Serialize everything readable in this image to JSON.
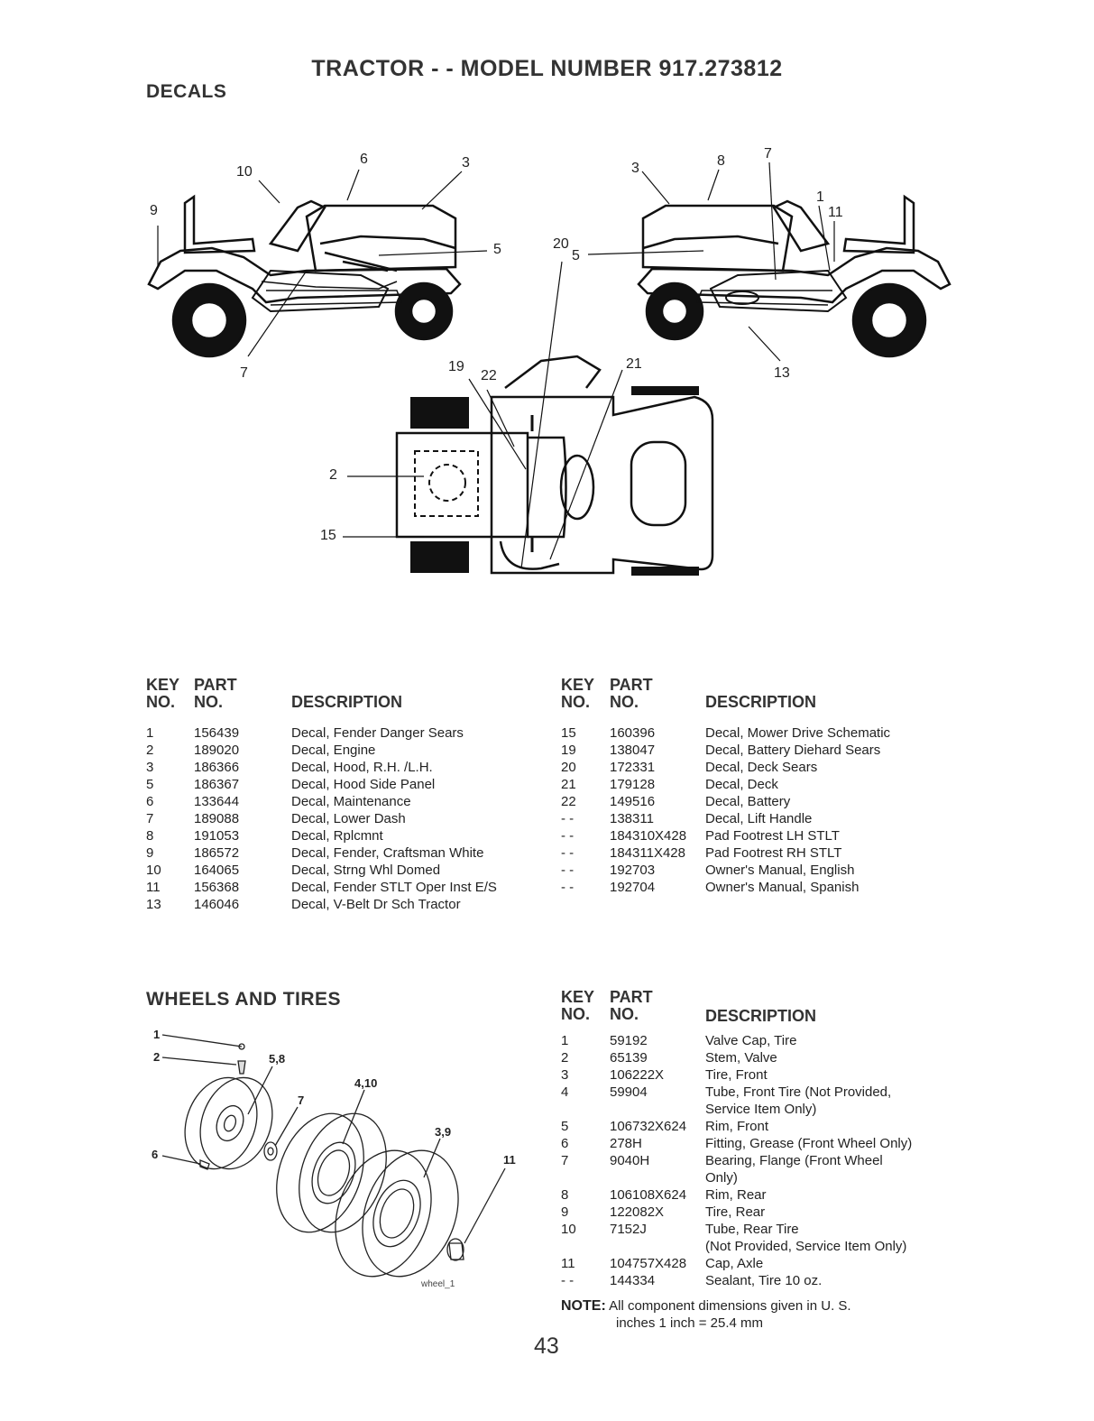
{
  "page_title": "TRACTOR - - MODEL NUMBER 917.273812",
  "decals": {
    "heading": "DECALS",
    "callouts": {
      "left_tractor": [
        "10",
        "6",
        "3",
        "9",
        "5",
        "7"
      ],
      "right_tractor": [
        "3",
        "8",
        "7",
        "1",
        "11",
        "5",
        "13"
      ],
      "top_view": [
        "20",
        "19",
        "22",
        "21",
        "2",
        "15"
      ]
    },
    "columns": {
      "key_line1": "KEY",
      "key_line2": "NO.",
      "part_line1": "PART",
      "part_line2": "NO.",
      "desc": "DESCRIPTION"
    },
    "left_rows": [
      {
        "key": "1",
        "part": "156439",
        "desc": "Decal, Fender Danger Sears"
      },
      {
        "key": "2",
        "part": "189020",
        "desc": "Decal, Engine"
      },
      {
        "key": "3",
        "part": "186366",
        "desc": "Decal, Hood, R.H. /L.H."
      },
      {
        "key": "5",
        "part": "186367",
        "desc": "Decal, Hood Side Panel"
      },
      {
        "key": "6",
        "part": "133644",
        "desc": "Decal, Maintenance"
      },
      {
        "key": "7",
        "part": "189088",
        "desc": "Decal, Lower Dash"
      },
      {
        "key": "8",
        "part": "191053",
        "desc": "Decal, Rplcmnt"
      },
      {
        "key": "9",
        "part": "186572",
        "desc": "Decal, Fender, Craftsman White"
      },
      {
        "key": "10",
        "part": "164065",
        "desc": "Decal, Strng Whl Domed"
      },
      {
        "key": "11",
        "part": "156368",
        "desc": "Decal, Fender STLT Oper Inst E/S"
      },
      {
        "key": "13",
        "part": "146046",
        "desc": "Decal, V-Belt Dr Sch Tractor"
      }
    ],
    "right_rows": [
      {
        "key": "15",
        "part": "160396",
        "desc": "Decal, Mower Drive Schematic"
      },
      {
        "key": "19",
        "part": "138047",
        "desc": "Decal, Battery Diehard Sears"
      },
      {
        "key": "20",
        "part": "172331",
        "desc": "Decal, Deck Sears"
      },
      {
        "key": "21",
        "part": "179128",
        "desc": "Decal, Deck"
      },
      {
        "key": "22",
        "part": "149516",
        "desc": "Decal, Battery"
      },
      {
        "key": "- -",
        "part": "138311",
        "desc": "Decal, Lift Handle"
      },
      {
        "key": "- -",
        "part": "184310X428",
        "desc": "Pad Footrest LH STLT"
      },
      {
        "key": "- -",
        "part": "184311X428",
        "desc": "Pad Footrest RH STLT"
      },
      {
        "key": "- -",
        "part": "192703",
        "desc": "Owner's Manual, English"
      },
      {
        "key": "- -",
        "part": "192704",
        "desc": "Owner's Manual, Spanish"
      }
    ]
  },
  "wheels": {
    "heading": "WHEELS AND TIRES",
    "callouts": [
      "1",
      "2",
      "5,8",
      "4,10",
      "7",
      "3,9",
      "6",
      "11"
    ],
    "image_label": "wheel_1",
    "rows": [
      {
        "key": "1",
        "part": "59192",
        "desc": [
          "Valve Cap, Tire"
        ]
      },
      {
        "key": "2",
        "part": "65139",
        "desc": [
          "Stem, Valve"
        ]
      },
      {
        "key": "3",
        "part": "106222X",
        "desc": [
          "Tire, Front"
        ]
      },
      {
        "key": "4",
        "part": "59904",
        "desc": [
          "Tube, Front Tire  (Not Provided,",
          "Service Item Only)"
        ]
      },
      {
        "key": "5",
        "part": "106732X624",
        "desc": [
          "Rim, Front"
        ]
      },
      {
        "key": "6",
        "part": "278H",
        "desc": [
          "Fitting, Grease (Front Wheel Only)"
        ]
      },
      {
        "key": "7",
        "part": "9040H",
        "desc": [
          "Bearing, Flange (Front Wheel",
          "Only)"
        ]
      },
      {
        "key": "8",
        "part": "106108X624",
        "desc": [
          "Rim, Rear"
        ]
      },
      {
        "key": "9",
        "part": "122082X",
        "desc": [
          "Tire, Rear"
        ]
      },
      {
        "key": "10",
        "part": "7152J",
        "desc": [
          "Tube, Rear Tire",
          "(Not Provided, Service Item Only)"
        ]
      },
      {
        "key": "11",
        "part": "104757X428",
        "desc": [
          "Cap, Axle"
        ]
      },
      {
        "key": "- -",
        "part": "144334",
        "desc": [
          "Sealant, Tire 10 oz."
        ]
      }
    ],
    "note_label": "NOTE:",
    "note_line1": "All component dimensions given in U. S.",
    "note_line2": "inches 1 inch = 25.4 mm"
  },
  "page_number": "43"
}
